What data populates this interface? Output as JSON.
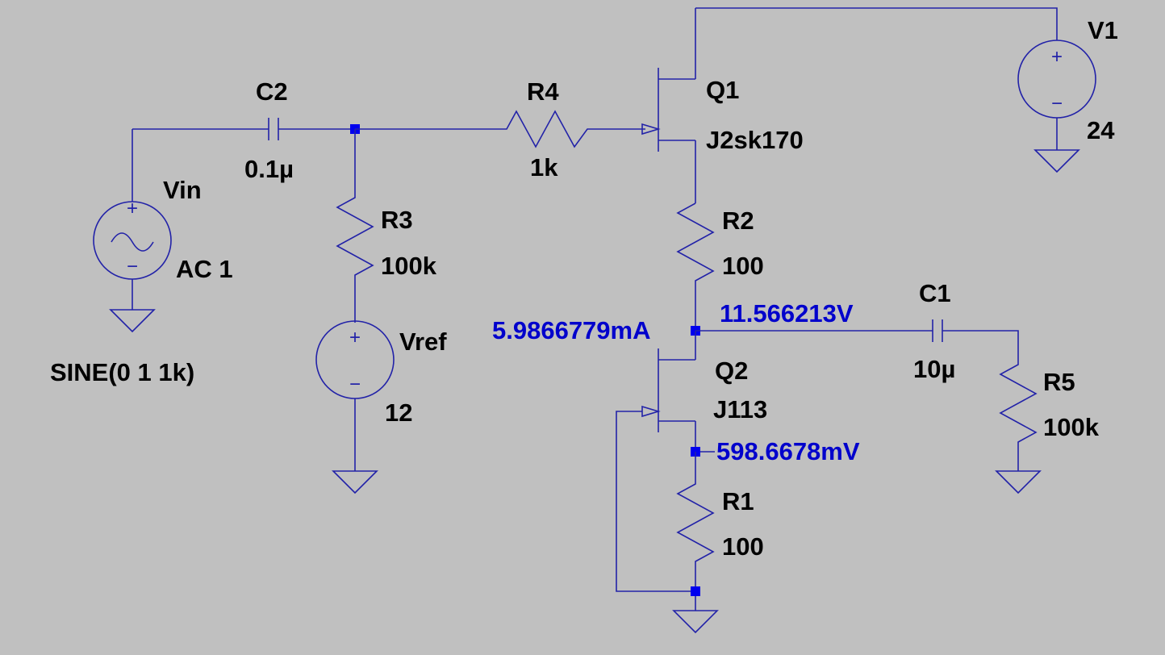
{
  "colors": {
    "background": "#c0c0c0",
    "wire": "#2222a8",
    "label": "#000000",
    "operating_point": "#0000cc",
    "junction": "#0000ee"
  },
  "components": {
    "vin": {
      "name": "Vin",
      "value": "AC 1",
      "transient": "SINE(0 1 1k)"
    },
    "c2": {
      "name": "C2",
      "value": "0.1µ"
    },
    "r4": {
      "name": "R4",
      "value": "1k"
    },
    "r3": {
      "name": "R3",
      "value": "100k"
    },
    "vref": {
      "name": "Vref",
      "value": "12"
    },
    "q1": {
      "name": "Q1",
      "value": "J2sk170"
    },
    "v1": {
      "name": "V1",
      "value": "24"
    },
    "r2": {
      "name": "R2",
      "value": "100"
    },
    "q2": {
      "name": "Q2",
      "value": "J113"
    },
    "c1": {
      "name": "C1",
      "value": "10µ"
    },
    "r5": {
      "name": "R5",
      "value": "100k"
    },
    "r1": {
      "name": "R1",
      "value": "100"
    }
  },
  "operating_point": {
    "drain_current": "5.9866779mA",
    "output_voltage": "11.566213V",
    "source_voltage": "598.6678mV"
  },
  "source_signs": {
    "plus": "+",
    "minus": "−"
  }
}
